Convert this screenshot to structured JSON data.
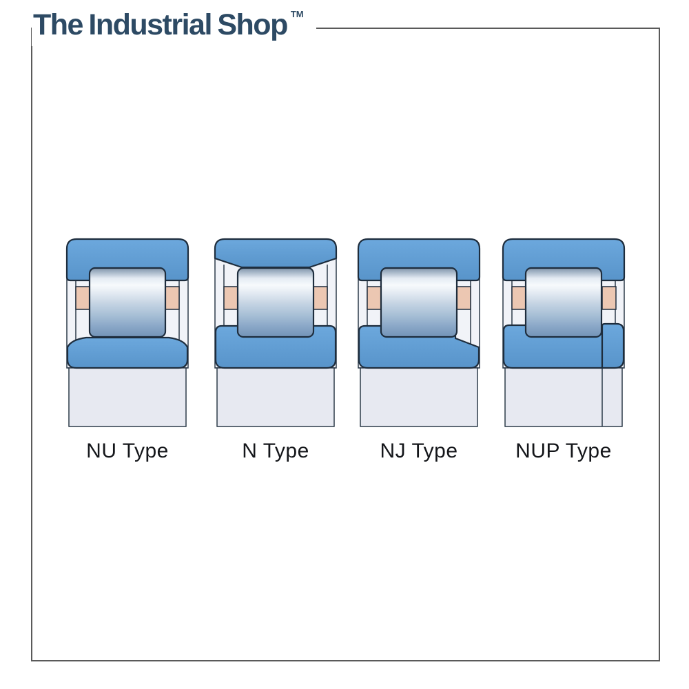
{
  "brand": {
    "name": "The Industrial Shop",
    "trademark": "TM"
  },
  "bearings": [
    {
      "id": "nu",
      "label": "NU Type"
    },
    {
      "id": "n",
      "label": "N Type"
    },
    {
      "id": "nj",
      "label": "NJ Type"
    },
    {
      "id": "nup",
      "label": "NUP Type"
    }
  ],
  "colors": {
    "brand": "#2d4a64",
    "frame": "#5a5a5a",
    "blue-top": "#6ca8dd",
    "blue-bot": "#5894ca",
    "outline": "#1e2d3d",
    "tan": "#ecc7b2",
    "backdrop": "#f1f3f8",
    "shaft": "#e7e9f1",
    "label": "#14161a"
  }
}
